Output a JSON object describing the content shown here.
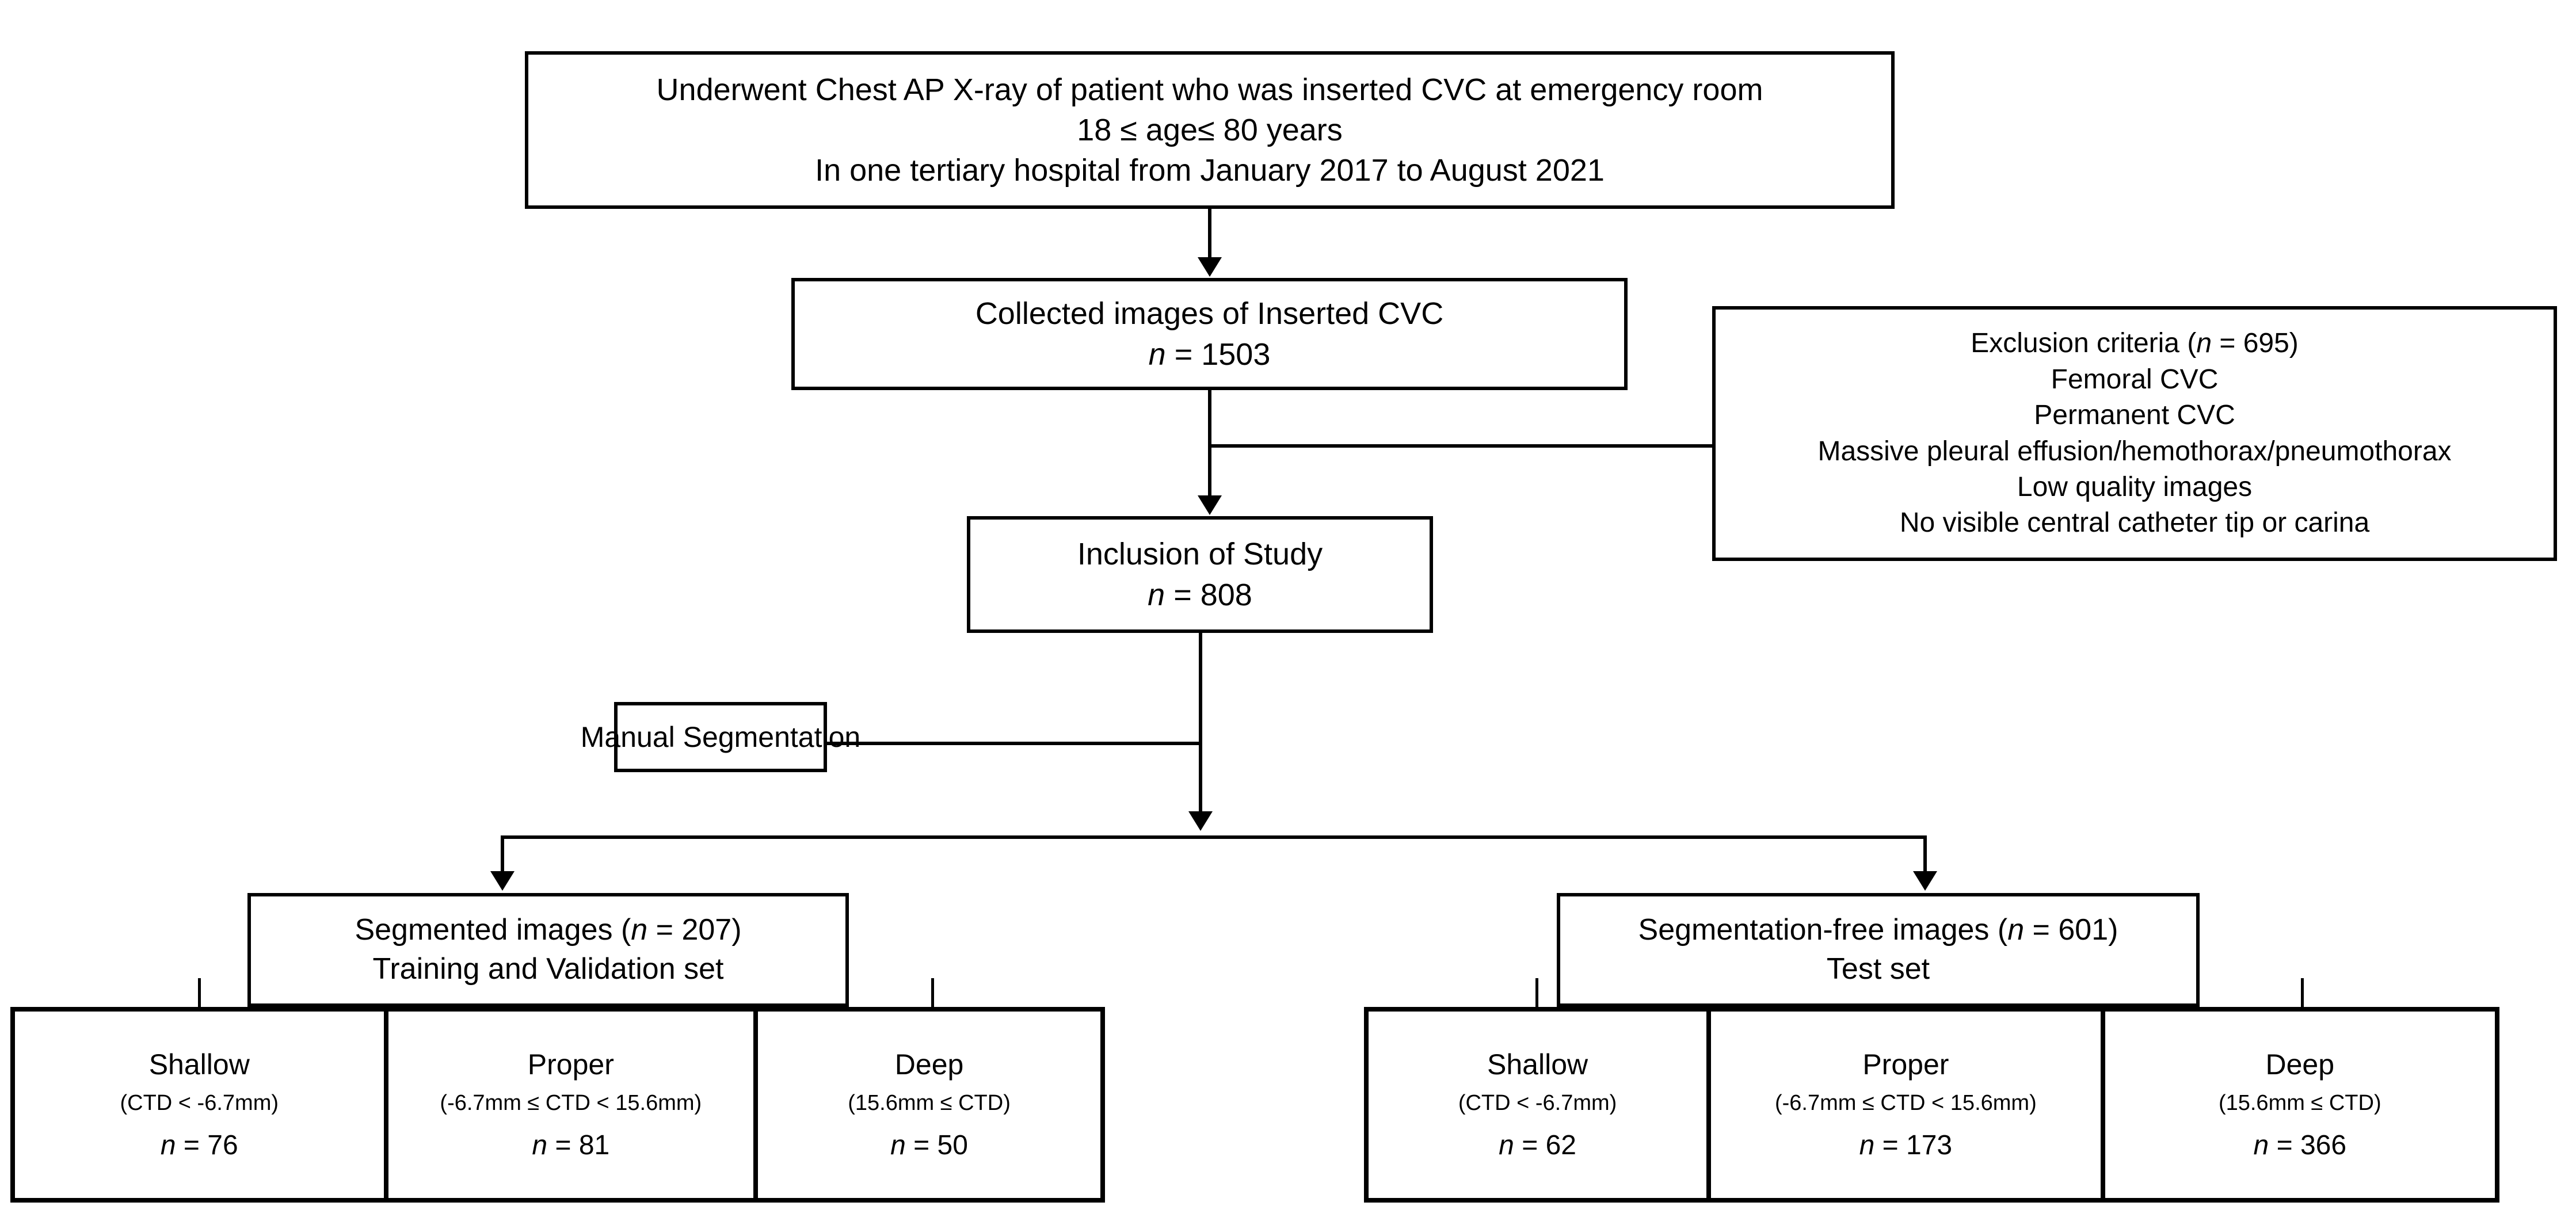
{
  "diagram": {
    "title": "CVC chest X-ray study flowchart",
    "colors": {
      "stroke": "#000000",
      "background": "#ffffff"
    },
    "nodes": {
      "population": {
        "lines": [
          "Underwent Chest AP X-ray of patient who was inserted CVC at emergency room",
          "18 ≤ age≤ 80 years",
          "In one tertiary hospital from January 2017 to August 2021"
        ]
      },
      "collected": {
        "lines": [
          "Collected images of Inserted CVC",
          "n = 1503"
        ],
        "count": 1503
      },
      "exclusion": {
        "lines": [
          "Exclusion criteria (n = 695)",
          "Femoral CVC",
          "Permanent CVC",
          "Massive pleural effusion/hemothorax/pneumothorax",
          "Low quality images",
          "No visible central catheter tip or carina"
        ],
        "count": 695
      },
      "inclusion": {
        "lines": [
          "Inclusion of Study",
          "n = 808"
        ],
        "count": 808
      },
      "manual_segmentation": {
        "lines": [
          "Manual Segmentation"
        ]
      },
      "segmented": {
        "lines": [
          "Segmented images (n = 207)",
          "Training and Validation set"
        ],
        "count": 207
      },
      "segmentation_free": {
        "lines": [
          "Segmentation-free images (n = 601)",
          "Test set"
        ],
        "count": 601
      }
    },
    "leaves": {
      "segmented_group": [
        {
          "name": "Shallow",
          "criteria": "(CTD < -6.7mm)",
          "count_label": "n = 76",
          "count": 76
        },
        {
          "name": "Proper",
          "criteria": "(-6.7mm ≤ CTD < 15.6mm)",
          "count_label": "n = 81",
          "count": 81
        },
        {
          "name": "Deep",
          "criteria": "(15.6mm ≤ CTD)",
          "count_label": "n = 50",
          "count": 50
        }
      ],
      "segmentation_free_group": [
        {
          "name": "Shallow",
          "criteria": "(CTD < -6.7mm)",
          "count_label": "n = 62",
          "count": 62
        },
        {
          "name": "Proper",
          "criteria": "(-6.7mm ≤ CTD < 15.6mm)",
          "count_label": "n = 173",
          "count": 173
        },
        {
          "name": "Deep",
          "criteria": "(15.6mm ≤ CTD)",
          "count_label": "n = 366",
          "count": 366
        }
      ]
    }
  }
}
